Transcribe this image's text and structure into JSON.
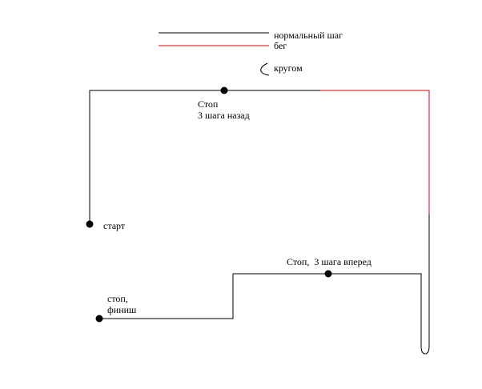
{
  "colors": {
    "walk": "#000000",
    "run": "#e8000b",
    "background": "#ffffff"
  },
  "legend": {
    "walk_label": "нормальный шаг",
    "run_label": "бег",
    "turn_label": "кругом",
    "turn_icon": "turn-around-arc-icon"
  },
  "labels": {
    "stop_back_line1": "Стоп",
    "stop_back_line2": "3 шага назад",
    "start": "старт",
    "stop_forward": "Стоп,  3 шага вперед",
    "finish_line1": "стоп,",
    "finish_line2": "финиш"
  }
}
